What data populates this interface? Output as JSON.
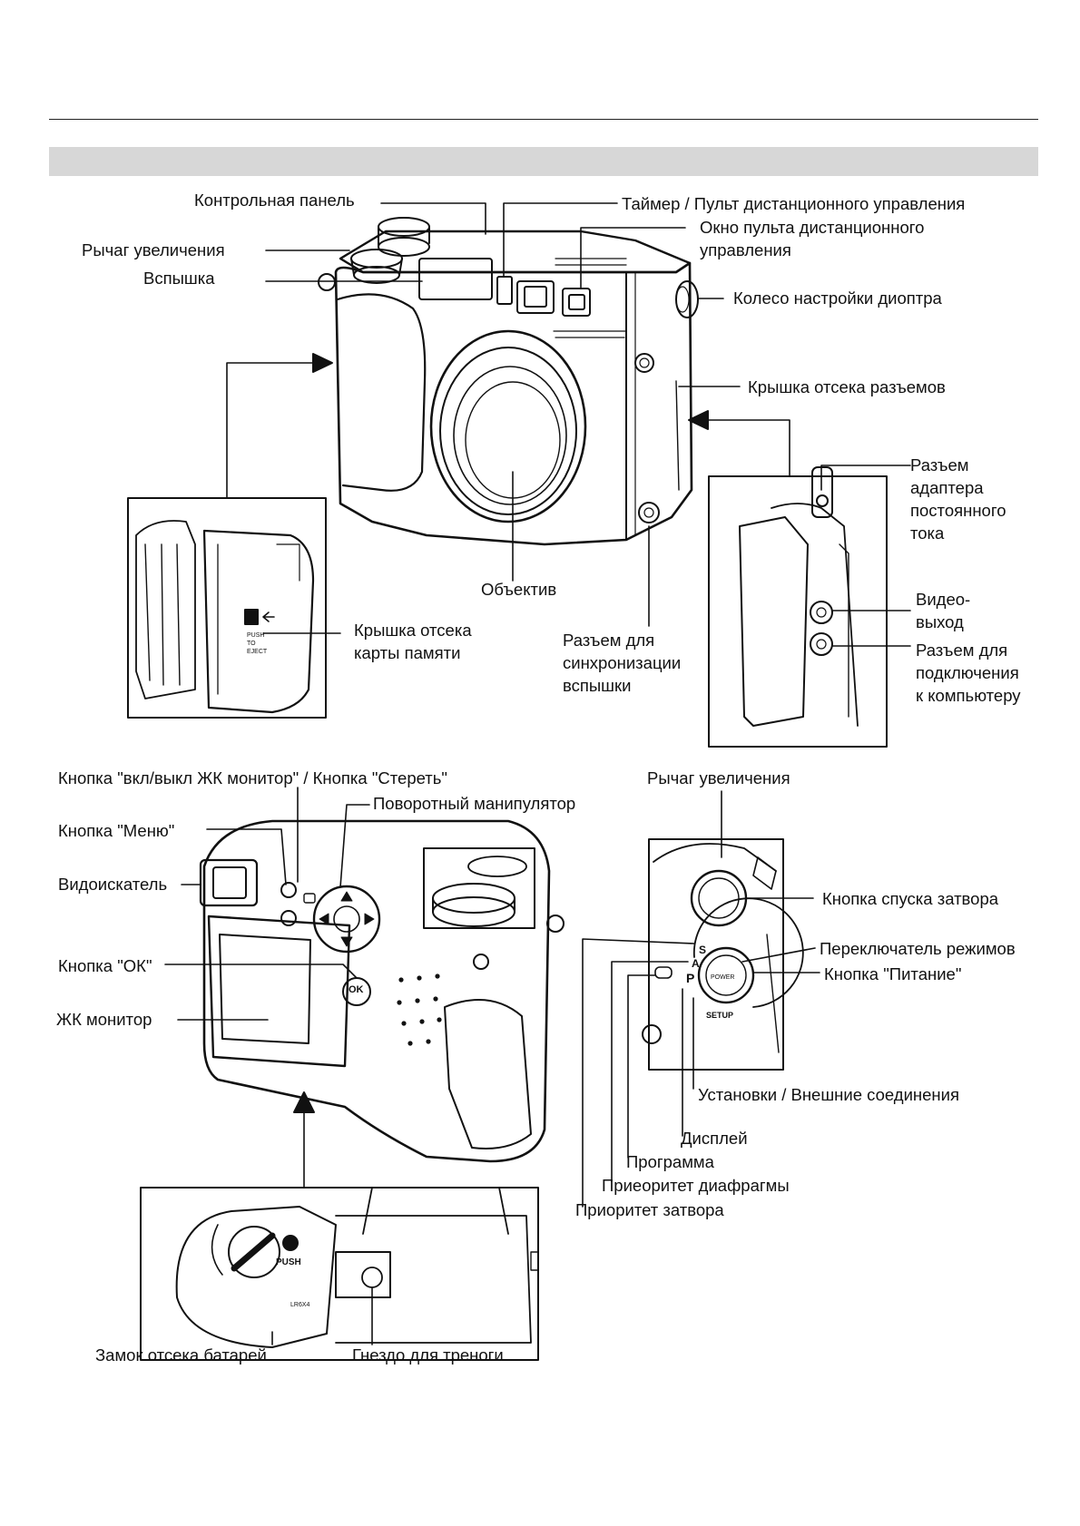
{
  "top": {
    "control_panel": "Контрольная панель",
    "timer_remote": "Таймер / Пульт дистанционного управления",
    "remote_window": "Окно пульта дистанционного\nуправления",
    "zoom_lever": "Рычаг увеличения",
    "flash": "Вспышка",
    "diopter_wheel": "Колесо настройки диоптра",
    "connector_cover": "Крышка отсека разъемов",
    "dc_adapter_jack": "Разъем\nадаптера\nпостоянного\nтока",
    "lens": "Объектив",
    "card_cover": "Крышка отсека\nкарты памяти",
    "flash_sync": "Разъем для\nсинхронизации\nвспышки",
    "video_out": "Видео-\nвыход",
    "pc_connector": "Разъем для\nподключения\nк компьютеру",
    "card_door_print": [
      "PUSH",
      "TO",
      "EJECT"
    ]
  },
  "bottom": {
    "lcd_erase_button": "Кнопка \"вкл/выкл ЖК монитор\" / Кнопка \"Стереть\"",
    "dial": "Поворотный манипулятор",
    "menu_button": "Кнопка \"Меню\"",
    "viewfinder": "Видоискатель",
    "ok_button": "Кнопка \"ОК\"",
    "lcd_monitor": "ЖК монитор",
    "zoom_lever": "Рычаг увеличения",
    "shutter_button": "Кнопка спуска затвора",
    "mode_switch": "Переключатель режимов",
    "power_button": "Кнопка \"Питание\"",
    "setup": "Установки / Внешние соединения",
    "display": "Дисплей",
    "program": "Программа",
    "aperture_priority": "Приеоритет диафрагмы",
    "shutter_priority": "Приоритет затвора",
    "battery_lock": "Замок отсека батарей",
    "tripod_socket": "Гнездо для треноги",
    "push_print": "PUSH",
    "ok_print": "OK",
    "power_print": "POWER",
    "setup_print": "SETUP",
    "battery_print": "LR6X4"
  }
}
